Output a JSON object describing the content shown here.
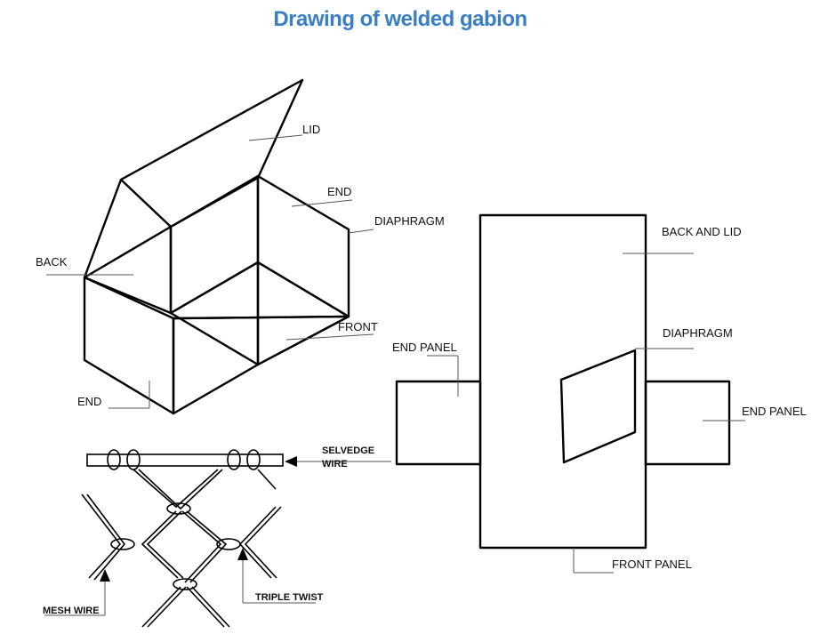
{
  "title": "Drawing of welded gabion",
  "colors": {
    "title": "#3a7ec4",
    "line": "#000000"
  },
  "box_labels": {
    "lid": "LID",
    "end_top": "END",
    "diaphragm": "DIAPHRAGM",
    "back": "BACK",
    "front": "FRONT",
    "end_bottom": "END"
  },
  "plan_labels": {
    "back_and_lid": "BACK AND LID",
    "diaphragm": "DIAPHRAGM",
    "end_panel_left": "END PANEL",
    "end_panel_right": "END PANEL",
    "front_panel": "FRONT PANEL"
  },
  "wire_labels": {
    "selvedge_line1": "SELVEDGE",
    "selvedge_line2": "WIRE",
    "mesh_wire": "MESH WIRE",
    "triple_twist": "TRIPLE TWIST"
  }
}
